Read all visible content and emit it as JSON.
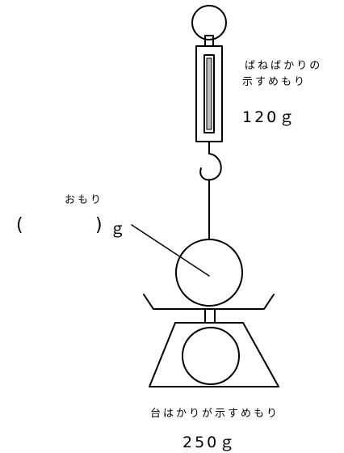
{
  "spring_scale": {
    "label_line1": "ばねばかりの",
    "label_line2": "示すめもり",
    "reading": "120ｇ"
  },
  "weight": {
    "label": "おもり",
    "paren_open": "(",
    "paren_close": ")",
    "unit": "ｇ"
  },
  "platform_scale": {
    "label": "台はかりが示すめもり",
    "reading": "250ｇ"
  }
}
